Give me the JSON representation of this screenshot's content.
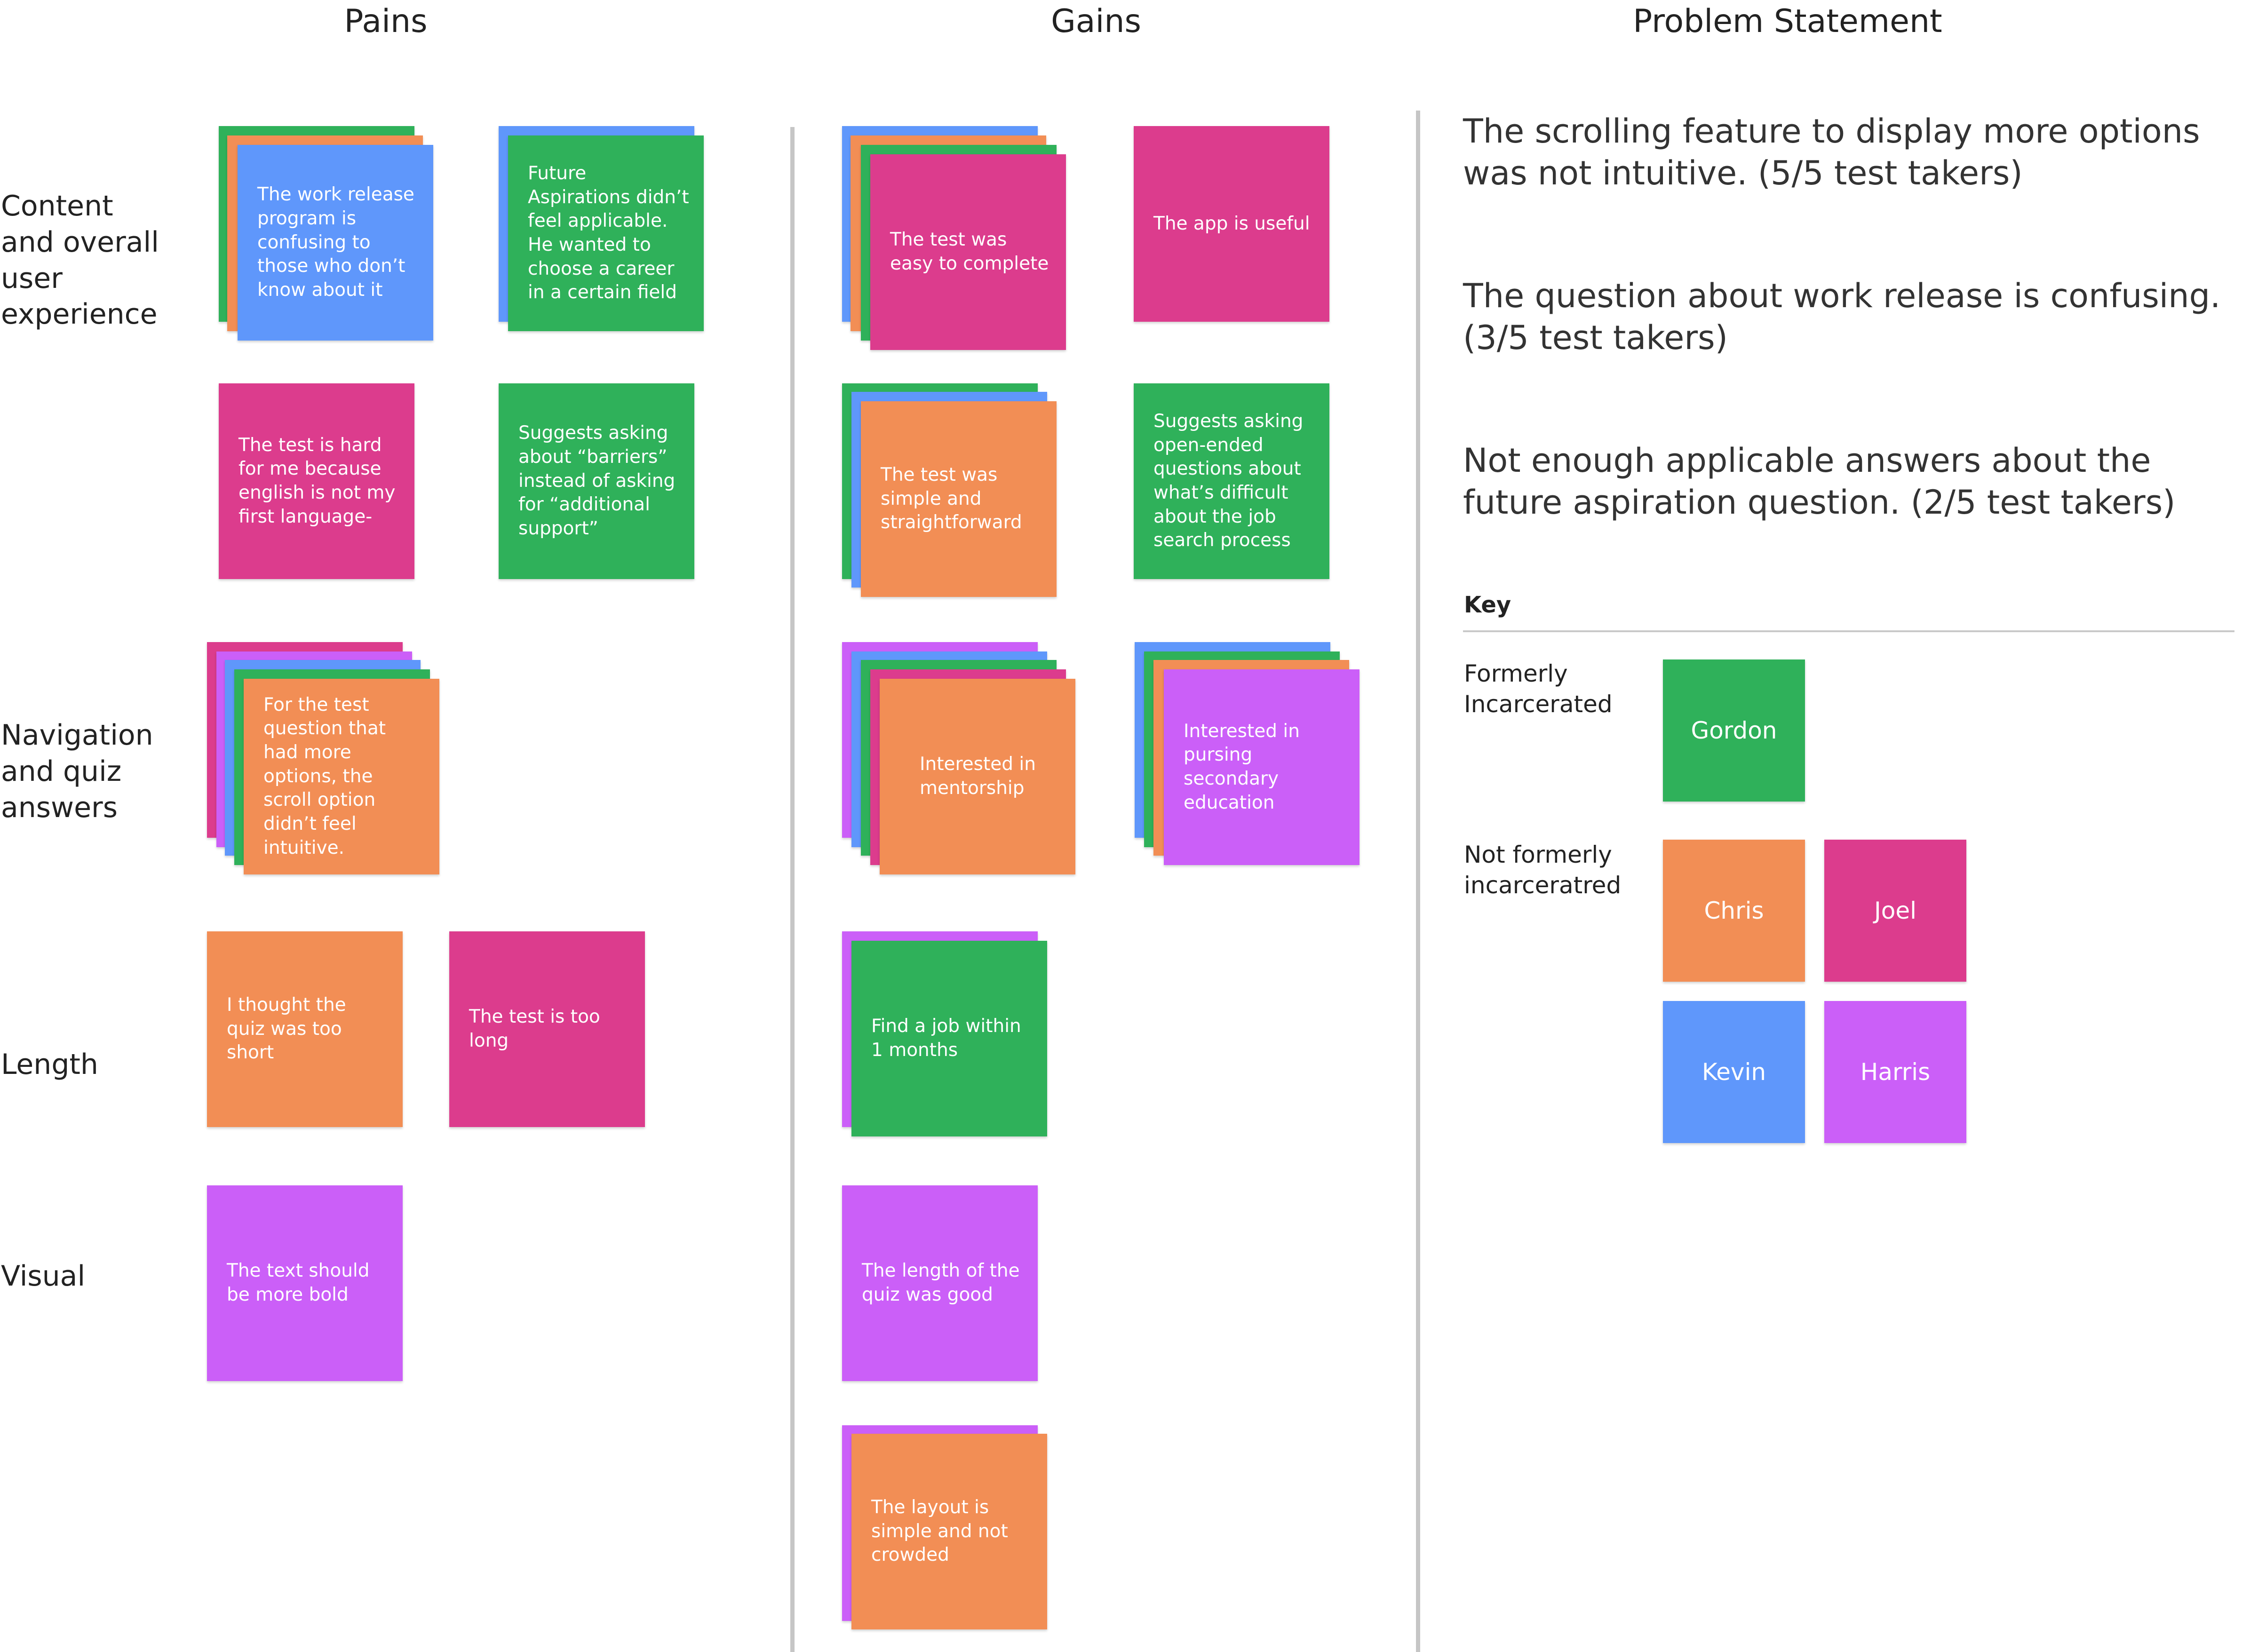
{
  "colors": {
    "green": "#2fb15a",
    "orange": "#f28e55",
    "blue": "#5f97fb",
    "pink": "#dc3c8d",
    "purple": "#cb5ff8",
    "divider": "#c6c6c6"
  },
  "columns": {
    "pains": "Pains",
    "gains": "Gains",
    "problem": "Problem Statement"
  },
  "rows": {
    "content": "Content and overall user experience",
    "navigation": "Navigation and quiz answers",
    "length": "Length",
    "visual": "Visual"
  },
  "notes": {
    "p1": "The work release program is confusing to those who don’t know about it",
    "p2": "Future Aspirations didn’t feel applicable. He wanted to choose a career in a certain field",
    "p3": "The test is hard for me because english is not my first language-",
    "p4": "Suggests asking about “barriers” instead of asking for “additional support”",
    "p5": "For the test question that had more options, the scroll option didn’t feel intuitive.",
    "p6": "I thought the quiz was too short",
    "p7": "The test is too long",
    "p8": "The text should be more bold",
    "g1": "The test was easy to complete",
    "g2": "The app is useful",
    "g3": "The test was simple and straightforward",
    "g4": "Suggests asking open-ended questions about what’s difficult about the job search process",
    "g5": "Interested in mentorship",
    "g6": "Interested in pursing secondary education",
    "g7": "Find a job within 1 months",
    "g8": "The length of the quiz was good",
    "g9": "The layout is simple and not crowded"
  },
  "problems": [
    "The scrolling feature to display more options was not intuitive. (5/5 test takers)",
    "The question about work release is confusing. (3/5 test takers)",
    "Not enough applicable answers about the future aspiration question. (2/5 test takers)"
  ],
  "key": {
    "title": "Key",
    "formerly_label": "Formerly Incarcerated",
    "not_formerly_label": "Not formerly incarceratred",
    "gordon": "Gordon",
    "chris": "Chris",
    "joel": "Joel",
    "kevin": "Kevin",
    "harris": "Harris"
  }
}
